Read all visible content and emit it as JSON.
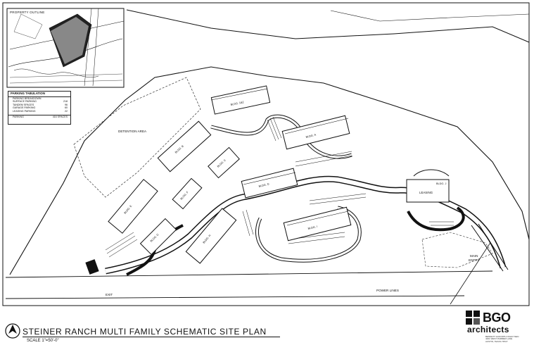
{
  "inset": {
    "title": "PROPERTY OUTLINE"
  },
  "parking": {
    "title": "PARKING TABULATION",
    "subtitle": "PARKING BREAKDOWN",
    "rows": [
      {
        "label": "SURFACE PARKING",
        "value": "218"
      },
      {
        "label": "TANDEM SPACES",
        "value": "96"
      },
      {
        "label": "GARAGE PARKING",
        "value": "60"
      },
      {
        "label": "LEASING PARKING",
        "value": "22"
      }
    ],
    "total_label": "PARKING",
    "total_value": "416 SPACES"
  },
  "labels": {
    "detention": "DETENTION AREA",
    "power_lines": "POWER LINES",
    "exit": "EXIT",
    "main_entry_1": "MAIN",
    "main_entry_2": "ENTRY",
    "leasing": "LEASING"
  },
  "buildings": [
    {
      "name": "BLDG. 1&2"
    },
    {
      "name": "BLDG. A"
    },
    {
      "name": "BLDG. B"
    },
    {
      "name": "BLDG. C"
    },
    {
      "name": "BLDG. D"
    },
    {
      "name": "BLDG. E"
    },
    {
      "name": "BLDG. F"
    },
    {
      "name": "BLDG. G"
    },
    {
      "name": "BLDG. H"
    },
    {
      "name": "BLDG. I"
    },
    {
      "name": "BLDG. J"
    }
  ],
  "title_block": {
    "title": "STEINER RANCH MULTI FAMILY SCHEMATIC SITE PLAN",
    "scale": "SCALE 1\"=50'-0\""
  },
  "logo": {
    "name": "BGO",
    "sub": "architects",
    "fine_1": "BENNETT GOFORTH OKHUYSEN",
    "fine_2": "4201 WEST PARMER LANE",
    "fine_3": "AUSTIN, TEXAS 78727"
  }
}
